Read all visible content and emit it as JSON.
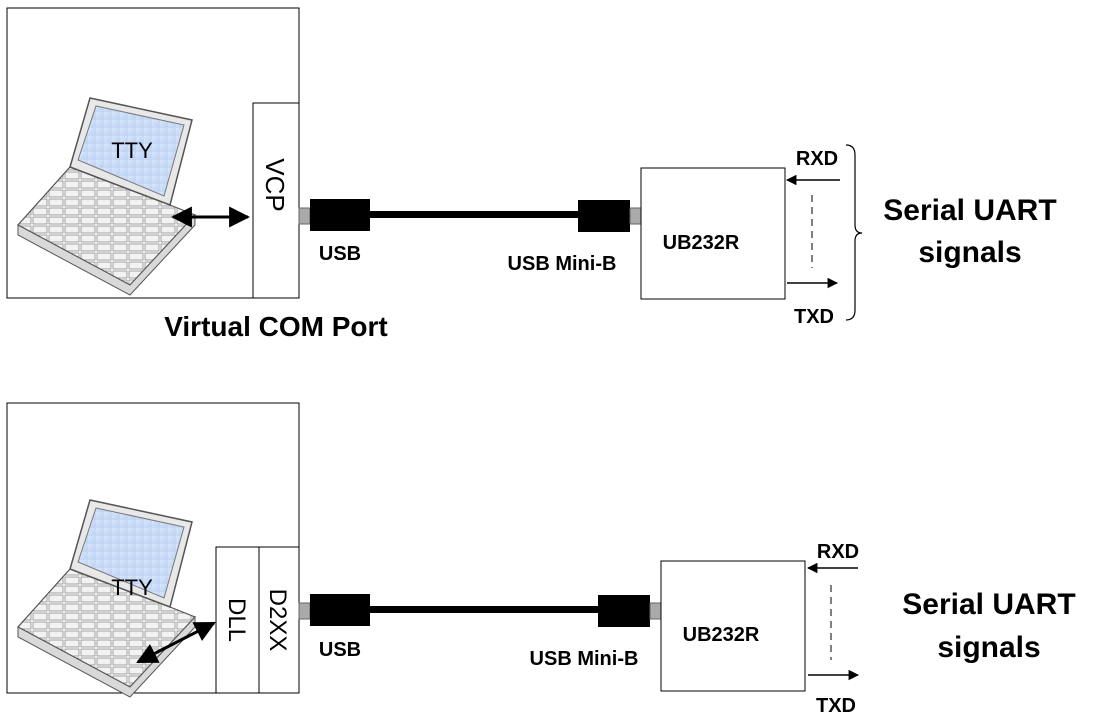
{
  "diagrams": [
    {
      "screen_text": "TTY",
      "interface_labels": [
        "VCP"
      ],
      "usb_label": "USB",
      "mini_b_label": "USB Mini-B",
      "module_label": "UB232R",
      "rxd_label": "RXD",
      "txd_label": "TXD",
      "signals_line1": "Serial UART",
      "signals_line2": "signals",
      "caption": "Virtual COM Port"
    },
    {
      "screen_text": "TTY",
      "interface_labels": [
        "DLL",
        "D2XX"
      ],
      "usb_label": "USB",
      "mini_b_label": "USB Mini-B",
      "module_label": "UB232R",
      "rxd_label": "RXD",
      "txd_label": "TXD",
      "signals_line1": "Serial UART",
      "signals_line2": "signals"
    }
  ],
  "icons": [
    "laptop-icon",
    "bidirectional-arrow-icon",
    "usb-a-plug-icon",
    "usb-mini-b-plug-icon",
    "brace-icon"
  ]
}
